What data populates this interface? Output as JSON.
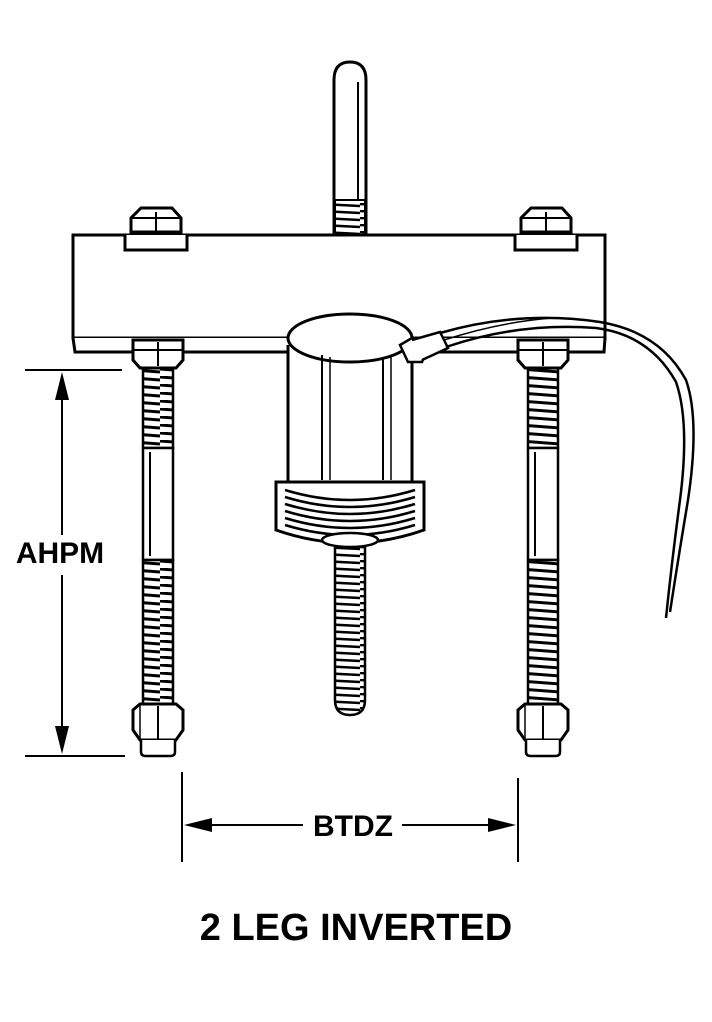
{
  "diagram": {
    "dimensions": {
      "height_label": "AHPM",
      "spacing_label": "BTDZ"
    },
    "caption": "2 LEG INVERTED"
  }
}
